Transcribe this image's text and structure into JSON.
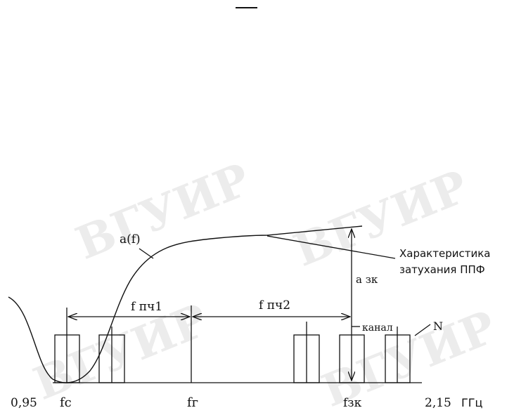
{
  "header_mark": "",
  "curve_label": "a(f)",
  "annotation": {
    "line1": "Характеристика",
    "line2": "затухания ППФ"
  },
  "labels": {
    "f_if1": "f пч1",
    "f_if2": "f пч2",
    "a_zk": "а зк",
    "channel": "канал",
    "n": "N"
  },
  "axis": {
    "start": "0,95",
    "end": "2,15",
    "unit": "ГГц",
    "fc": "fc",
    "fg": "fг",
    "fzk": "fзк"
  },
  "watermark": [
    "ВГУИР",
    "ВГУИР",
    "ВГУИР",
    "ВГУИР"
  ],
  "colors": {
    "ink": "#111111",
    "watermark": "#ececec"
  }
}
